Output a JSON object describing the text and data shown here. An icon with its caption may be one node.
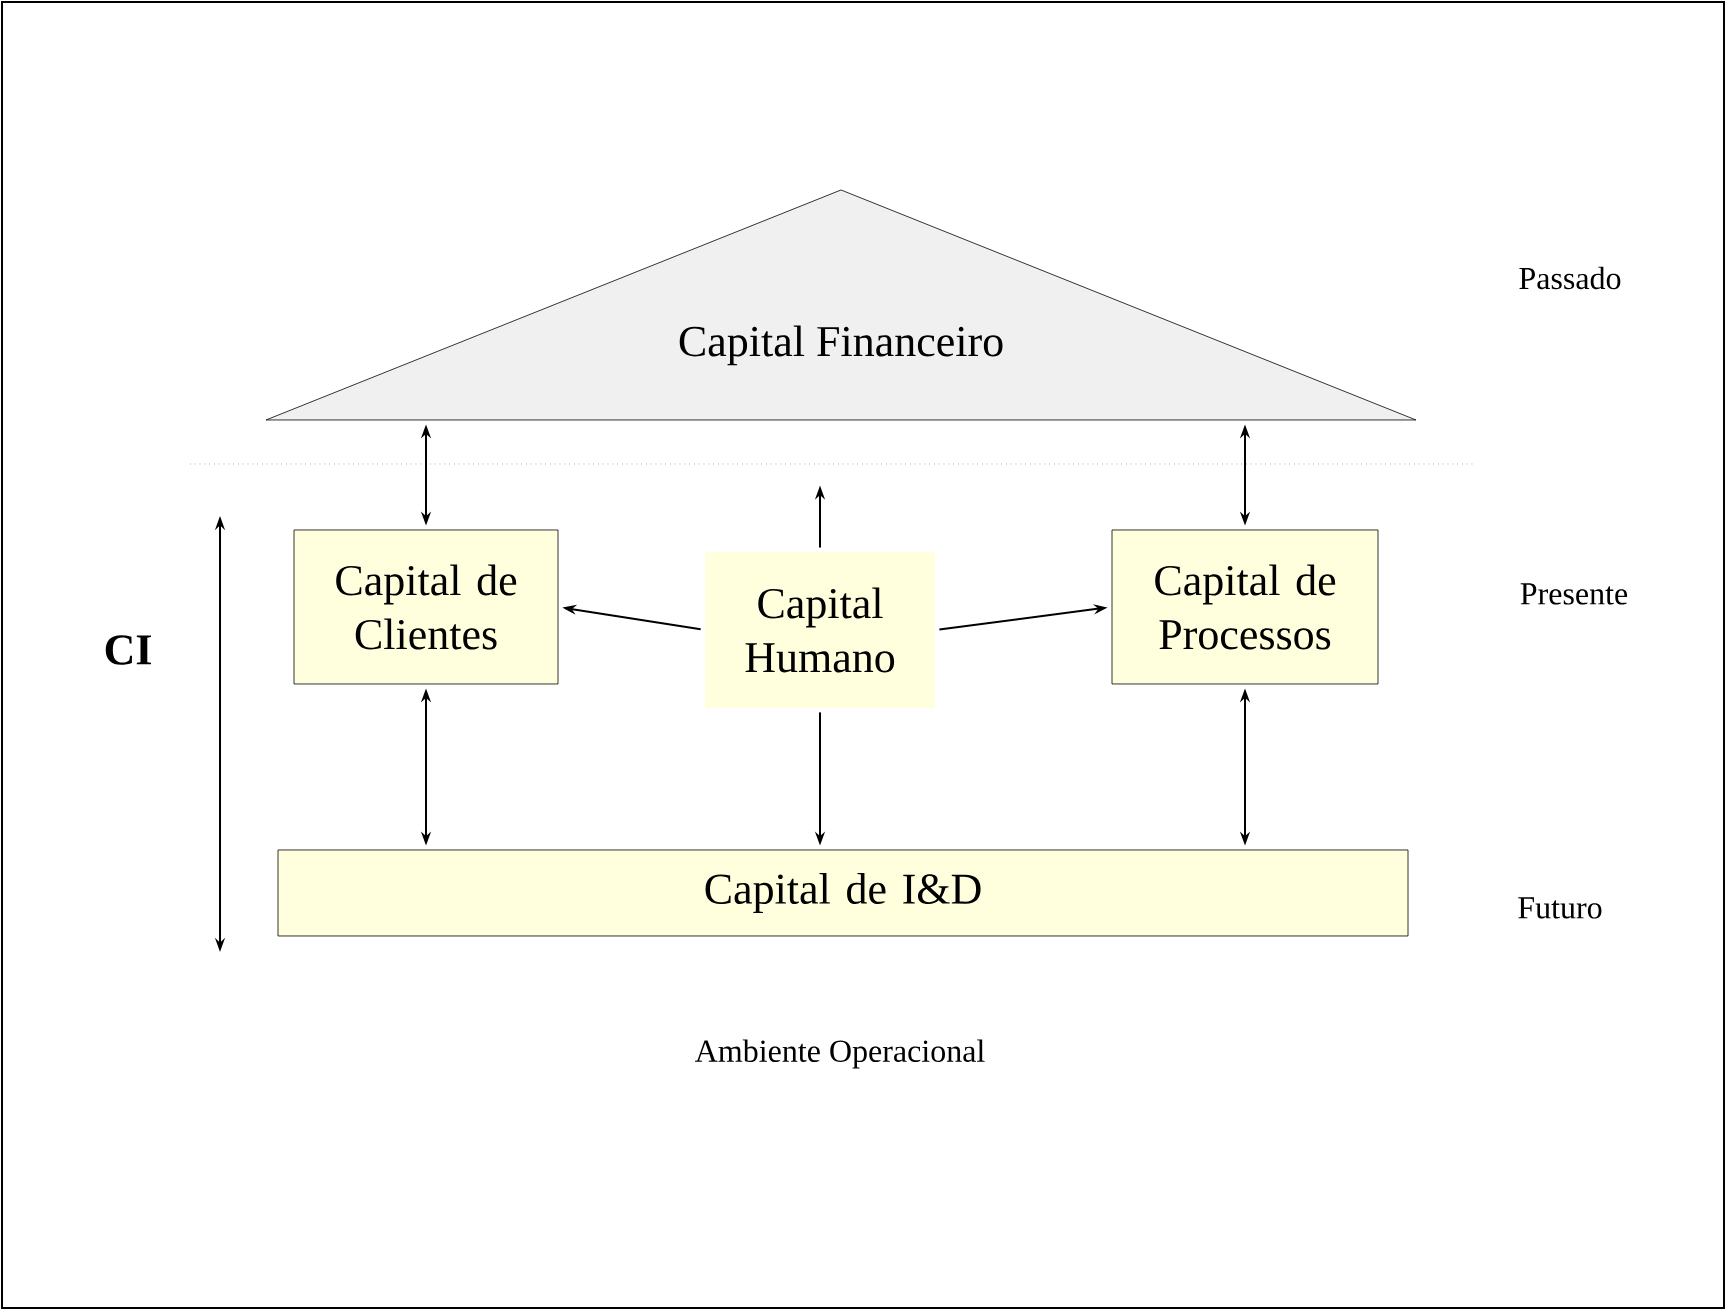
{
  "diagram": {
    "nodes": [
      {
        "text": [
          "Capital Financeiro"
        ]
      },
      {
        "text": [
          "Capital de Clientes"
        ]
      },
      {
        "text": [
          "Capital Humano"
        ]
      },
      {
        "text": [
          "Capital de Processos"
        ]
      },
      {
        "text": [
          "Capital de I&D"
        ]
      }
    ],
    "edges": [
      {
        "from": 0,
        "to": 1,
        "arrow": "both"
      },
      {
        "from": 0,
        "to": 3,
        "arrow": "both"
      },
      {
        "from": 2,
        "to": null,
        "arrow": "to"
      },
      {
        "from": 2,
        "to": 1,
        "arrow": "to"
      },
      {
        "from": 2,
        "to": 3,
        "arrow": "to"
      },
      {
        "from": 1,
        "to": 4,
        "arrow": "both"
      },
      {
        "from": 2,
        "to": 4,
        "arrow": "to"
      },
      {
        "from": 3,
        "to": 4,
        "arrow": "both"
      }
    ],
    "labels": [
      "Passado",
      "Presente",
      "CI",
      "Futuro",
      "Ambiente Operacional"
    ]
  }
}
